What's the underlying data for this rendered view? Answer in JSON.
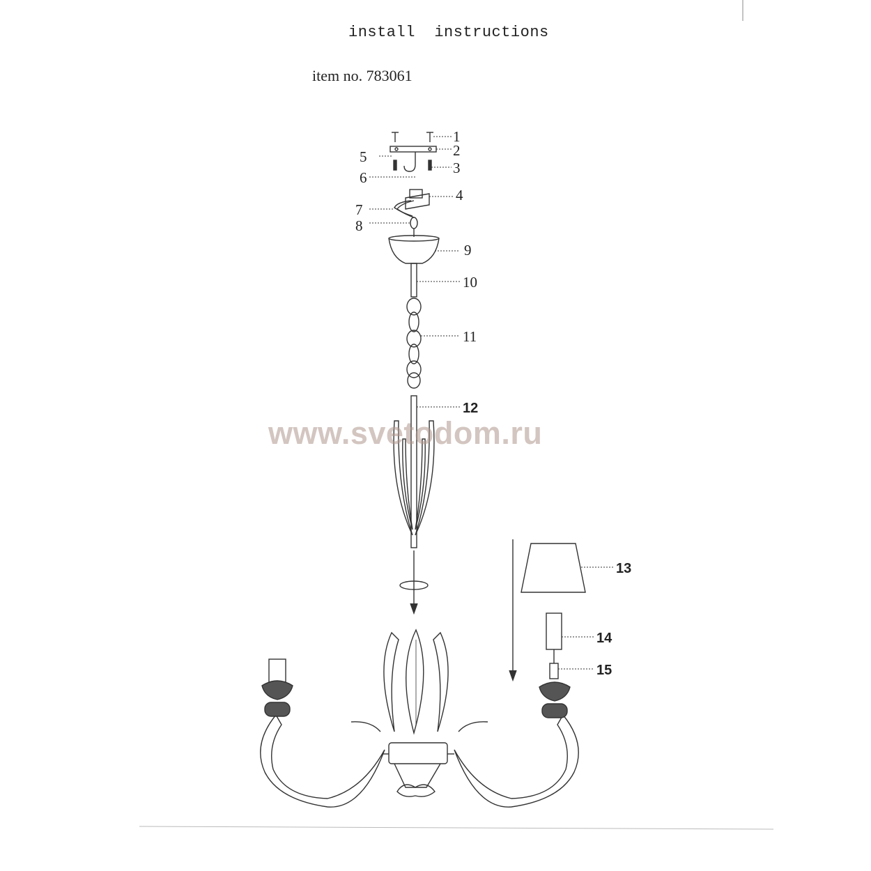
{
  "header": {
    "title": "install  instructions",
    "item_number": "item no. 783061"
  },
  "watermark": "www.svetodom.ru",
  "callouts": [
    "1",
    "2",
    "3",
    "4",
    "5",
    "6",
    "7",
    "8",
    "9",
    "10",
    "11",
    "12",
    "13",
    "14",
    "15"
  ]
}
